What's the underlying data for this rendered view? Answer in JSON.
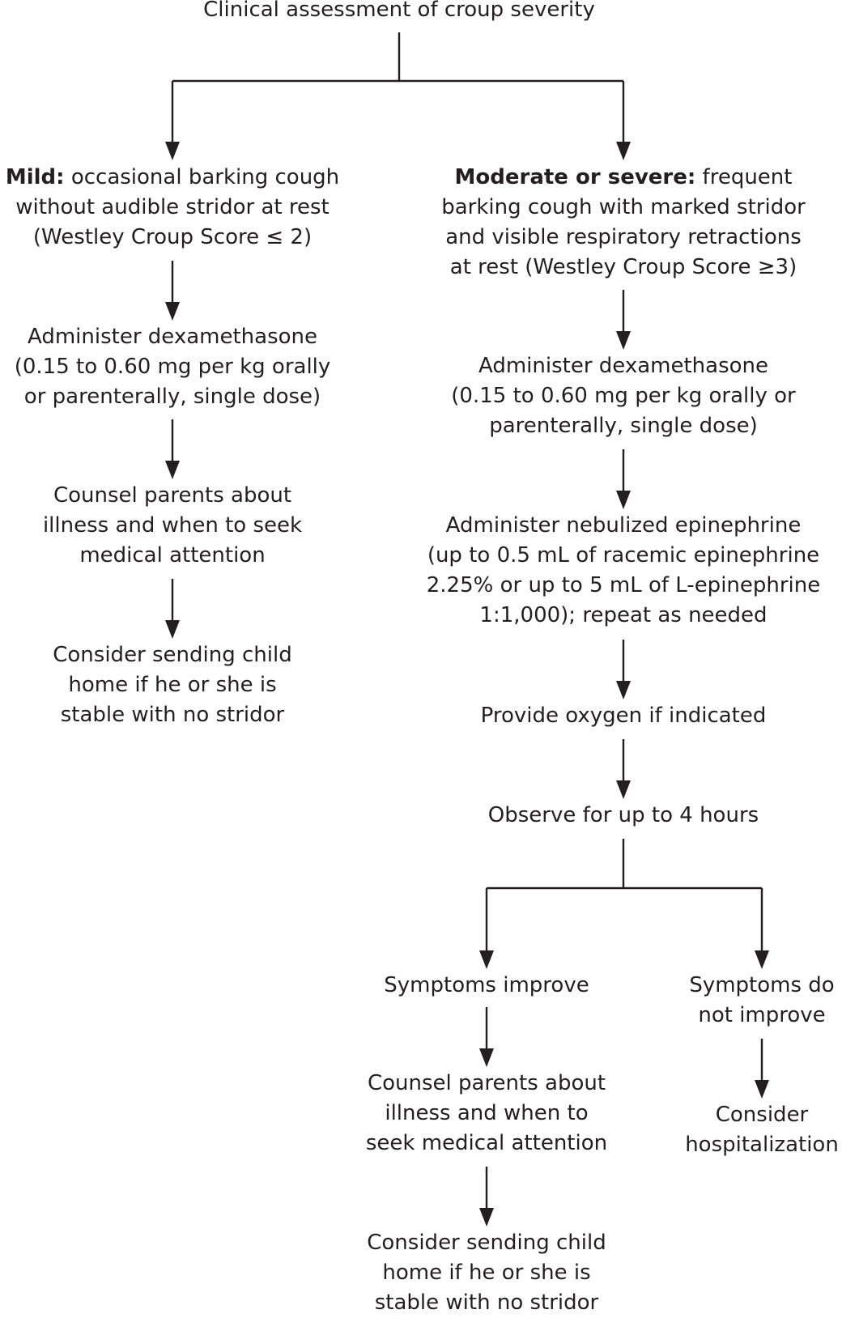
{
  "diagram": {
    "title": "Clinical assessment of croup severity",
    "mild": {
      "bold": "Mild:",
      "lines": [
        "occasional barking cough",
        "without audible stridor at rest",
        "(Westley Croup Score ≤ 2)"
      ],
      "dexamethasone": [
        "Administer dexamethasone",
        "(0.15 to 0.60 mg per kg orally",
        "or parenterally, single dose)"
      ],
      "counsel": [
        "Counsel parents about",
        "illness and when to seek",
        "medical attention"
      ],
      "send_home": [
        "Consider sending child",
        "home if he or she is",
        "stable with no stridor"
      ]
    },
    "severe": {
      "bold": "Moderate or severe:",
      "lines": [
        "frequent",
        "barking cough with marked stridor",
        "and visible respiratory retractions",
        "at rest (Westley Croup Score ≥3)"
      ],
      "dexamethasone": [
        "Administer dexamethasone",
        "(0.15 to 0.60 mg per kg orally or",
        "parenterally, single dose)"
      ],
      "epinephrine": [
        "Administer nebulized epinephrine",
        "(up to 0.5 mL of racemic epinephrine",
        "2.25% or up to 5 mL of L-epinephrine",
        "1:1,000); repeat as needed"
      ],
      "oxygen": "Provide oxygen if indicated",
      "observe": "Observe for up to 4 hours",
      "improve": "Symptoms improve",
      "counsel": [
        "Counsel parents about",
        "illness and when to",
        "seek medical attention"
      ],
      "send_home": [
        "Consider sending child",
        "home if he or she is",
        "stable with no stridor"
      ],
      "not_improve": [
        "Symptoms do",
        "not improve"
      ],
      "hospitalization": [
        "Consider",
        "hospitalization"
      ]
    }
  }
}
